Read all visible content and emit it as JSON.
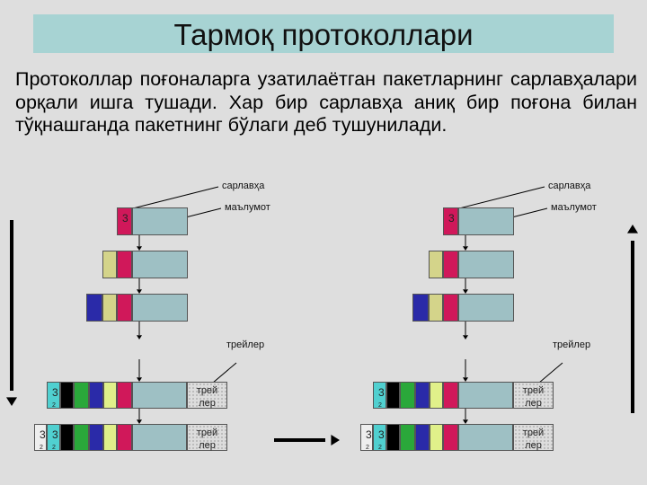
{
  "title": "Тармоқ протоколлари",
  "paragraph": "Протоколлар поғоналарга узатилаётган пакетларнинг сарлавҳалари орқали ишга тушади. Хар бир сарлавҳа аниқ бир поғона билан тўқнашганда пакетнинг бўлаги деб тушунилади.",
  "labels": {
    "header": "сарлавҳа",
    "data": "маълумот",
    "trailer": "трейлер",
    "trailer_box": "трей лер",
    "seg_mark": "3",
    "sub_mark": "2"
  },
  "colors": {
    "red": "#d0185a",
    "yellow": "#d4d48a",
    "blue": "#2a2aa8",
    "cyan": "#50d0d0",
    "black": "#000000",
    "green": "#2aa83a",
    "lightyellow": "#e0f08a",
    "white": "#eeeeee",
    "data": "#9ec0c4",
    "arrow": "#000000"
  },
  "diagrams": [
    {
      "direction": "down"
    },
    {
      "direction": "up"
    }
  ]
}
